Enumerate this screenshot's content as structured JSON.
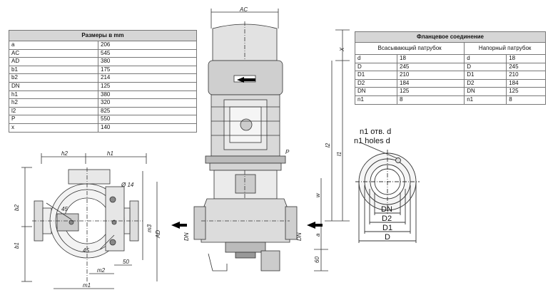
{
  "dims_table": {
    "title": "Размеры в mm",
    "rows": [
      {
        "k": "a",
        "v": "206"
      },
      {
        "k": "AC",
        "v": "545"
      },
      {
        "k": "AD",
        "v": "380"
      },
      {
        "k": "b1",
        "v": "175"
      },
      {
        "k": "b2",
        "v": "214"
      },
      {
        "k": "DN",
        "v": "125"
      },
      {
        "k": "h1",
        "v": "380"
      },
      {
        "k": "h2",
        "v": "320"
      },
      {
        "k": "l2",
        "v": "825"
      },
      {
        "k": "P",
        "v": "550"
      },
      {
        "k": "x",
        "v": "140"
      }
    ]
  },
  "flange_table": {
    "title": "Фланцевое соединение",
    "suction_header": "Всасывающий патрубок",
    "discharge_header": "Напорный патрубок",
    "rows": [
      {
        "k1": "d",
        "v1": "18",
        "k2": "d",
        "v2": "18"
      },
      {
        "k1": "D",
        "v1": "245",
        "k2": "D",
        "v2": "245"
      },
      {
        "k1": "D1",
        "v1": "210",
        "k2": "D1",
        "v2": "210"
      },
      {
        "k1": "D2",
        "v1": "184",
        "k2": "D2",
        "v2": "184"
      },
      {
        "k1": "DN",
        "v1": "125",
        "k2": "DN",
        "v2": "125"
      },
      {
        "k1": "n1",
        "v1": "8",
        "k2": "n1",
        "v2": "8"
      }
    ]
  },
  "labels": {
    "h2": "h2",
    "h1": "h1",
    "d14": "Ø 14",
    "b2": "b2",
    "b1": "b1",
    "a45": "45",
    "b45": "45",
    "m1": "m1",
    "m2": "m2",
    "c50": "50",
    "m3": "m3",
    "ad": "AD",
    "ac": "AC",
    "x": "X",
    "p": "P",
    "l2": "l2",
    "l1": "l1",
    "w": "w",
    "a": "a",
    "c60": "60",
    "dn_left": "DN",
    "dn_right": "DN",
    "holes_ru": "n1 отв. d",
    "holes_en": "n1 holes d",
    "dn": "DN",
    "d2": "D2",
    "d1": "D1",
    "d": "D"
  }
}
